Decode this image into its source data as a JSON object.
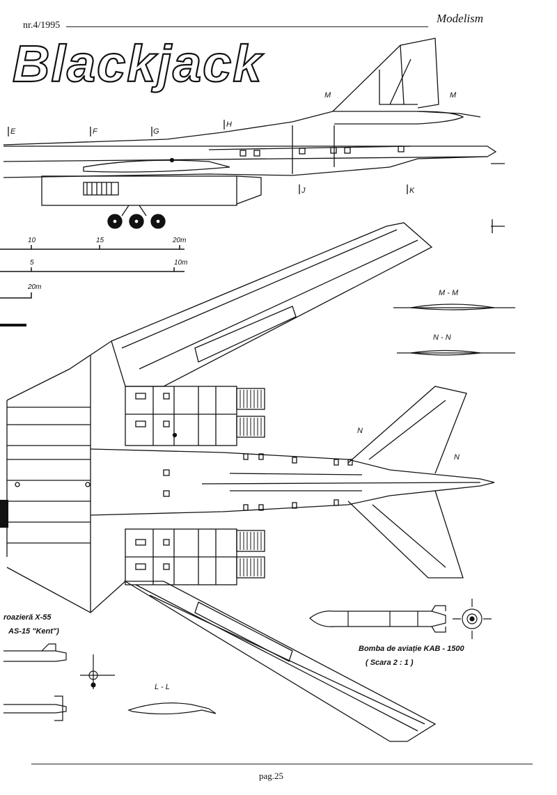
{
  "header": {
    "issue": "nr.4/1995",
    "magazine": "Modelism"
  },
  "title": "Blackjack",
  "side_view_section_labels": [
    "E",
    "F",
    "G",
    "H",
    "J",
    "K",
    "M",
    "M"
  ],
  "scales": {
    "scale1_ticks": [
      "10",
      "15",
      "20m"
    ],
    "scale2_ticks": [
      "5",
      "10m"
    ],
    "scale3_tick": "20m"
  },
  "sections": {
    "mm": "M - M",
    "nn": "N - N",
    "ll": "L - L",
    "n_marker": "N"
  },
  "missile_caption": {
    "line1": "roazieră  X-55",
    "line2": "AS-15 \"Kent\")"
  },
  "bomb_caption": {
    "line1": "Bomba  de  aviație  KAB - 1500",
    "line2": "( Scara    2 : 1 )"
  },
  "footer": {
    "page": "pag.25"
  }
}
